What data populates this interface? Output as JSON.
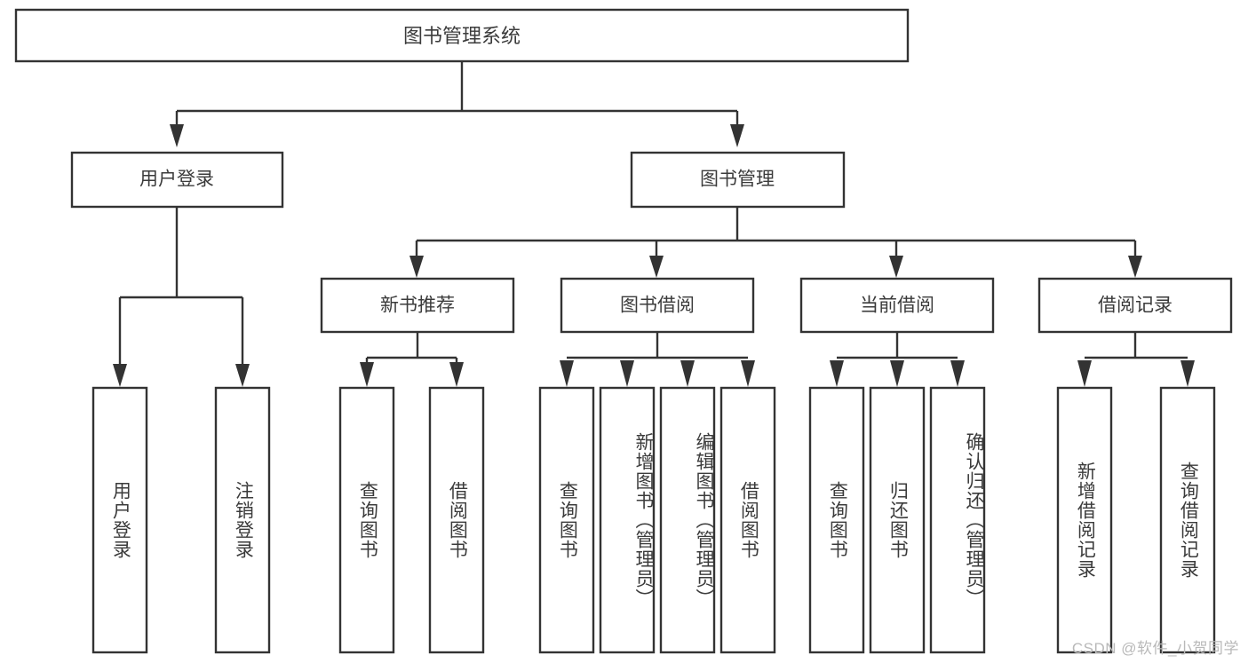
{
  "diagram": {
    "title": "图书管理系统",
    "watermark": "CSDN @软件_小贺同学",
    "type": "hierarchy-tree",
    "colors": {
      "box_fill": "#ffffff",
      "box_stroke": "#333333",
      "text": "#3b3b3b",
      "background": "#ffffff",
      "watermark": "#b9b9b9"
    },
    "levels": {
      "root": {
        "label": "图书管理系统"
      },
      "level2": [
        {
          "label": "用户登录"
        },
        {
          "label": "图书管理"
        }
      ],
      "level3": [
        {
          "label": "新书推荐"
        },
        {
          "label": "图书借阅"
        },
        {
          "label": "当前借阅"
        },
        {
          "label": "借阅记录"
        }
      ],
      "leaves_user_login": [
        {
          "label": "用户登录"
        },
        {
          "label": "注销登录"
        }
      ],
      "leaves_new_books": [
        {
          "label": "查询图书"
        },
        {
          "label": "借阅图书"
        }
      ],
      "leaves_borrow": [
        {
          "label": "查询图书"
        },
        {
          "label": "新增图书（管理员）"
        },
        {
          "label": "编辑图书（管理员）"
        },
        {
          "label": "借阅图书"
        }
      ],
      "leaves_current": [
        {
          "label": "查询图书"
        },
        {
          "label": "归还图书"
        },
        {
          "label": "确认归还（管理员）"
        }
      ],
      "leaves_records": [
        {
          "label": "新增借阅记录"
        },
        {
          "label": "查询借阅记录"
        }
      ]
    }
  }
}
